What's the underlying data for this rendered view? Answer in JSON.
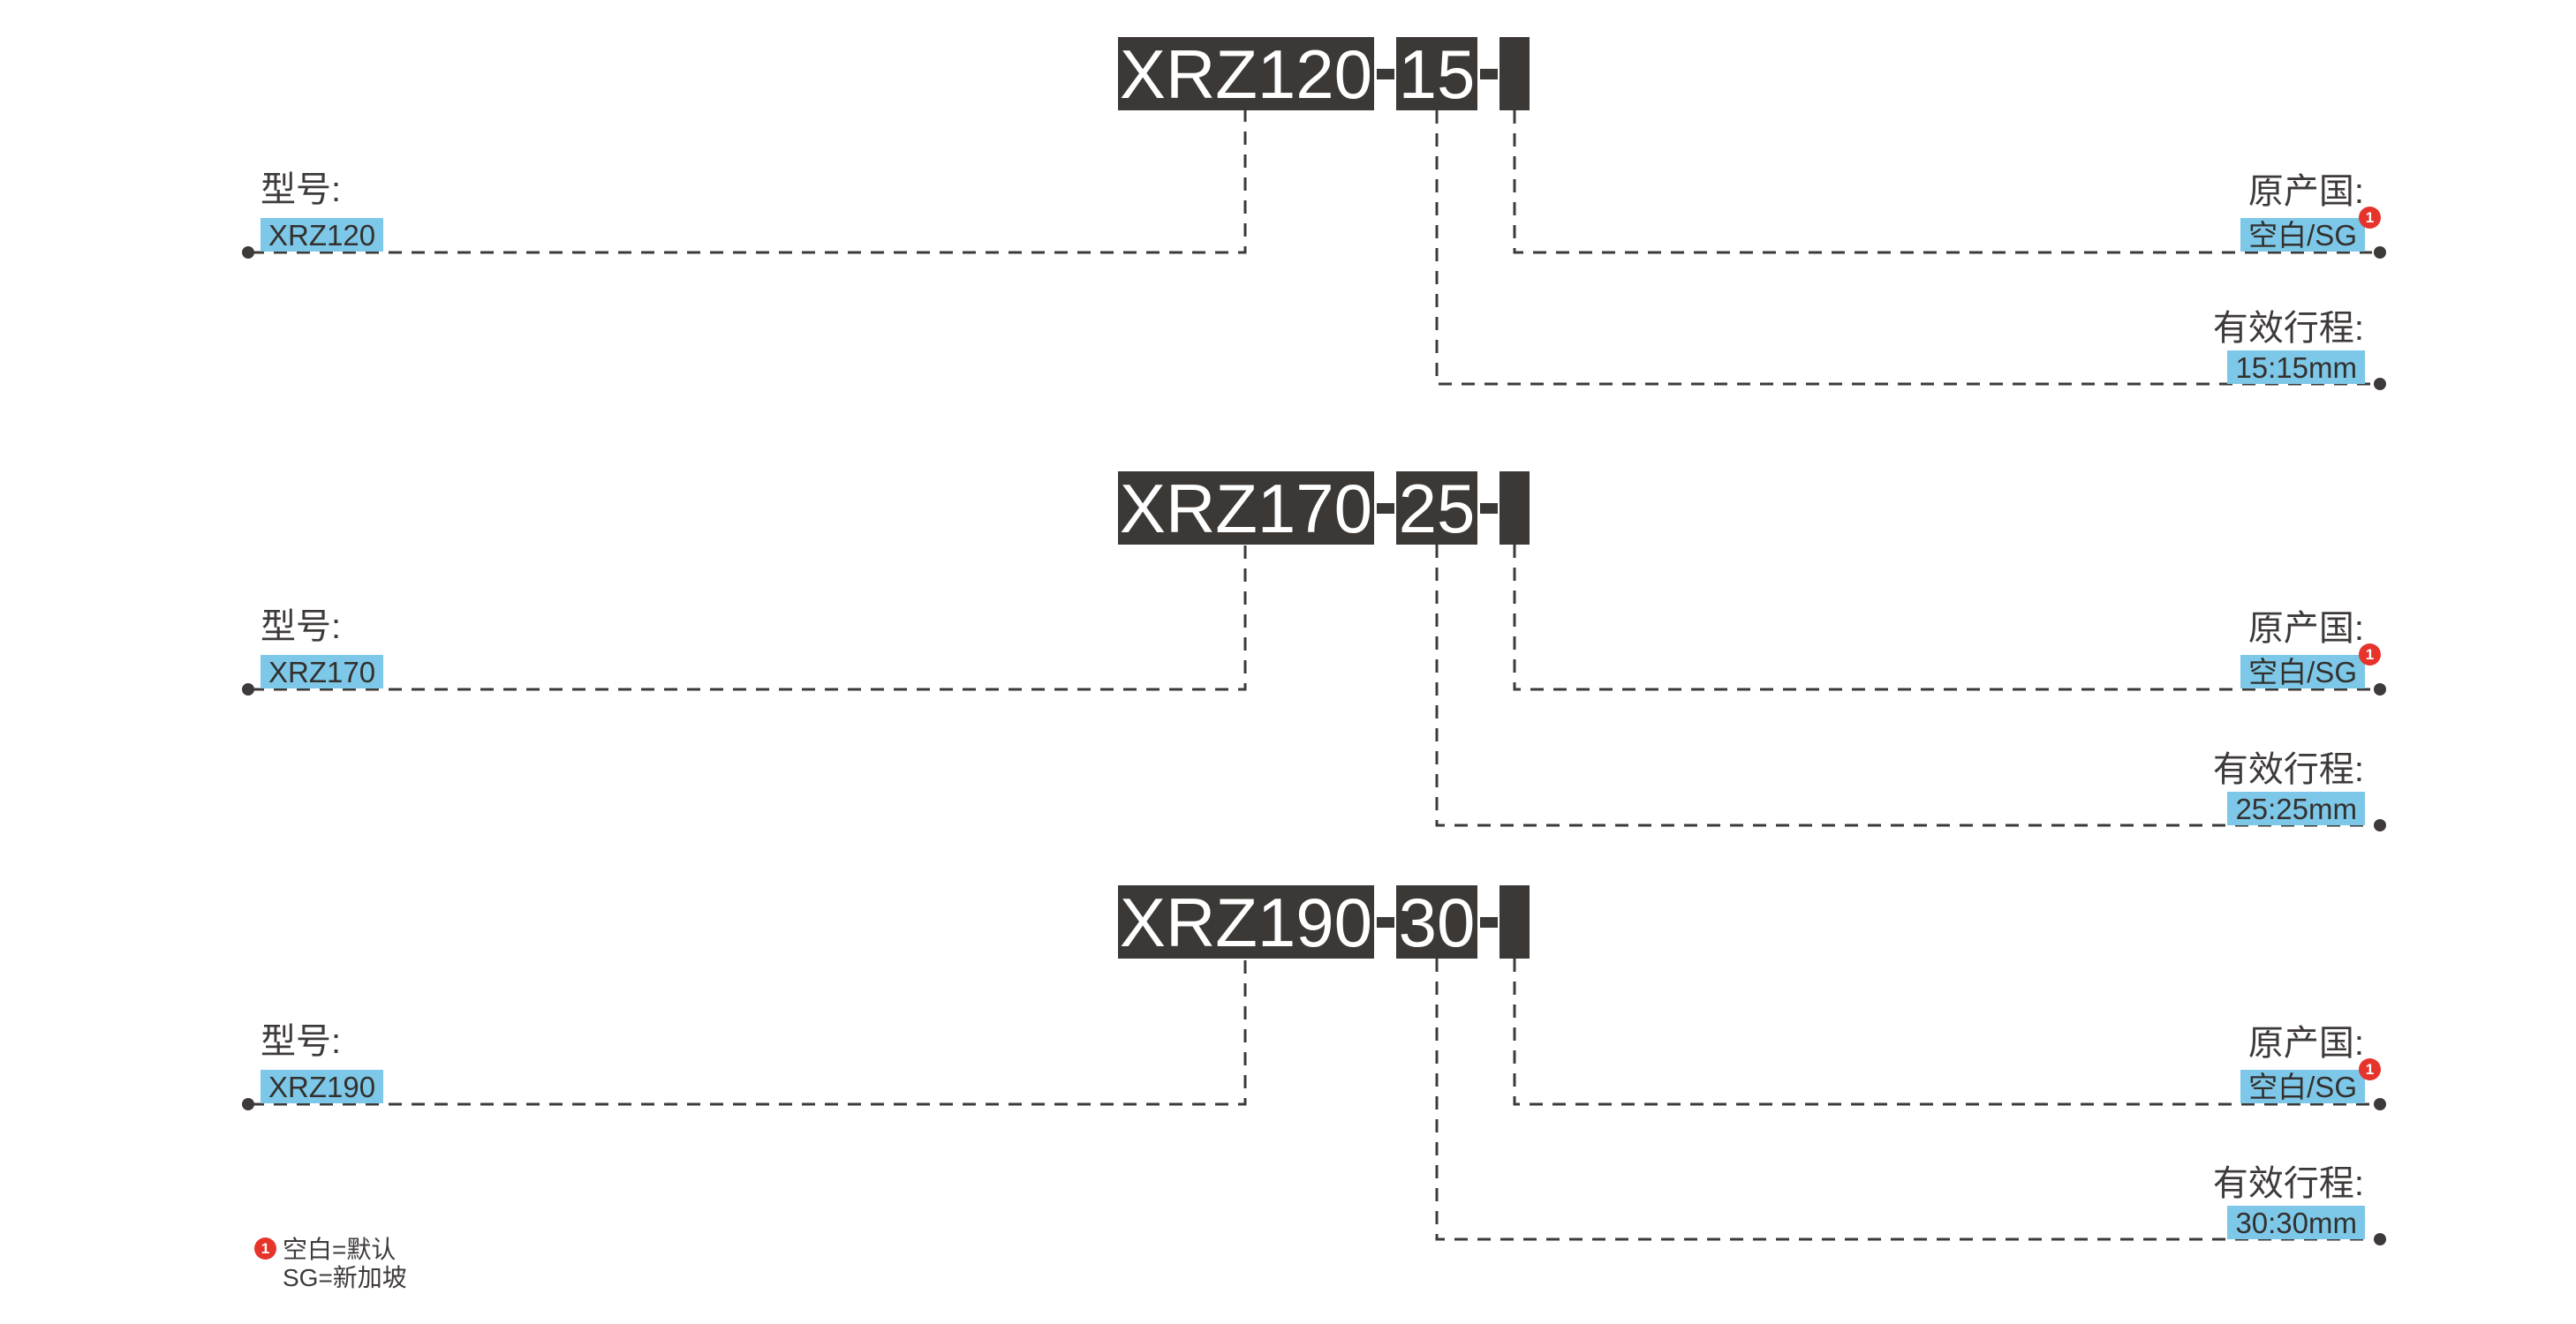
{
  "labels": {
    "model": "型号:",
    "origin": "原产国:",
    "stroke": "有效行程:"
  },
  "footnote_marker": "1",
  "diagrams": [
    {
      "full_code": "XRZ120-15-",
      "model_code": "XRZ120",
      "stroke_code": "15",
      "origin_value": "空白/SG",
      "stroke_value": "15:15mm"
    },
    {
      "full_code": "XRZ170-25-",
      "model_code": "XRZ170",
      "stroke_code": "25",
      "origin_value": "空白/SG",
      "stroke_value": "25:25mm"
    },
    {
      "full_code": "XRZ190-30-",
      "model_code": "XRZ190",
      "stroke_code": "30",
      "origin_value": "空白/SG",
      "stroke_value": "30:30mm"
    }
  ],
  "legend": {
    "line1": "空白=默认",
    "line2": "SG=新加坡"
  },
  "colors": {
    "chip_bg": "#3b3836",
    "chip_text": "#ffffff",
    "highlight_bg": "#7dc8e8",
    "badge_red": "#e6342b",
    "line": "#3e3a39",
    "background": "#ffffff"
  }
}
